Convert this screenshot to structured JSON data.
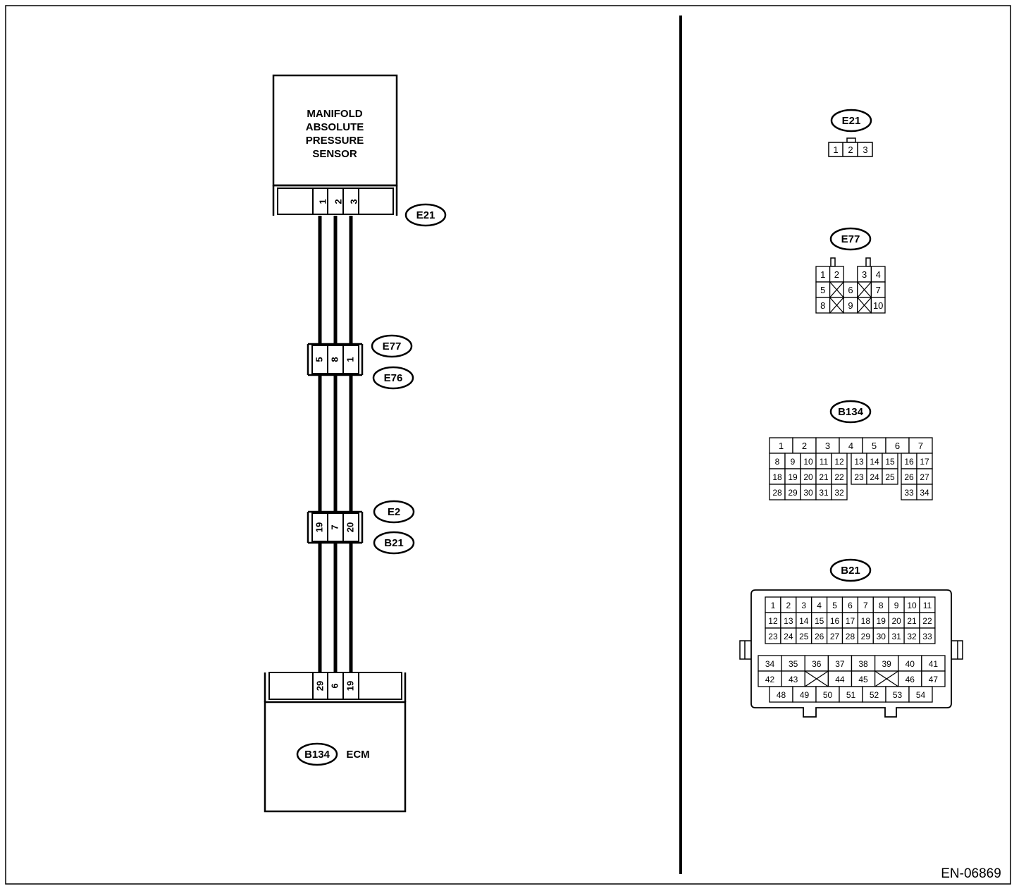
{
  "figure_id": "EN-06869",
  "sensor": {
    "title_lines": [
      "MANIFOLD",
      "ABSOLUTE",
      "PRESSURE",
      "SENSOR"
    ],
    "connector": "E21",
    "pins": [
      "1",
      "2",
      "3"
    ]
  },
  "joint1": {
    "pins": [
      "5",
      "8",
      "1"
    ],
    "connector_top": "E77",
    "connector_bottom": "E76"
  },
  "joint2": {
    "pins": [
      "19",
      "7",
      "20"
    ],
    "connector_top": "E2",
    "connector_bottom": "B21"
  },
  "ecm": {
    "label": "ECM",
    "connector": "B134",
    "pins": [
      "29",
      "6",
      "19"
    ]
  },
  "faces": {
    "e21": {
      "label": "E21",
      "pins": [
        "1",
        "2",
        "3"
      ]
    },
    "e77": {
      "label": "E77",
      "rows": [
        [
          "1",
          "2",
          "",
          "3",
          "4"
        ],
        [
          "5",
          "X",
          "6",
          "X",
          "7"
        ],
        [
          "8",
          "X",
          "9",
          "X",
          "10"
        ]
      ]
    },
    "b134": {
      "label": "B134",
      "row1": [
        "1",
        "2",
        "3",
        "4",
        "5",
        "6",
        "7"
      ],
      "rows": [
        [
          "8",
          "9",
          "10",
          "11",
          "12",
          "13",
          "14",
          "15",
          "16",
          "17"
        ],
        [
          "18",
          "19",
          "20",
          "21",
          "22",
          "23",
          "24",
          "25",
          "26",
          "27"
        ],
        [
          "28",
          "29",
          "30",
          "31",
          "32",
          "",
          "",
          "",
          "33",
          "34"
        ]
      ]
    },
    "b21": {
      "label": "B21",
      "upper": [
        [
          "1",
          "2",
          "3",
          "4",
          "5",
          "6",
          "7",
          "8",
          "9",
          "10",
          "11"
        ],
        [
          "12",
          "13",
          "14",
          "15",
          "16",
          "17",
          "18",
          "19",
          "20",
          "21",
          "22"
        ],
        [
          "23",
          "24",
          "25",
          "26",
          "27",
          "28",
          "29",
          "30",
          "31",
          "32",
          "33"
        ]
      ],
      "lower1": [
        "34",
        "35",
        "36",
        "37",
        "38",
        "39",
        "40",
        "41"
      ],
      "lower2": [
        "42",
        "43",
        "X",
        "44",
        "45",
        "X",
        "46",
        "47"
      ],
      "lower3": [
        "48",
        "49",
        "50",
        "51",
        "52",
        "53",
        "54"
      ]
    }
  }
}
